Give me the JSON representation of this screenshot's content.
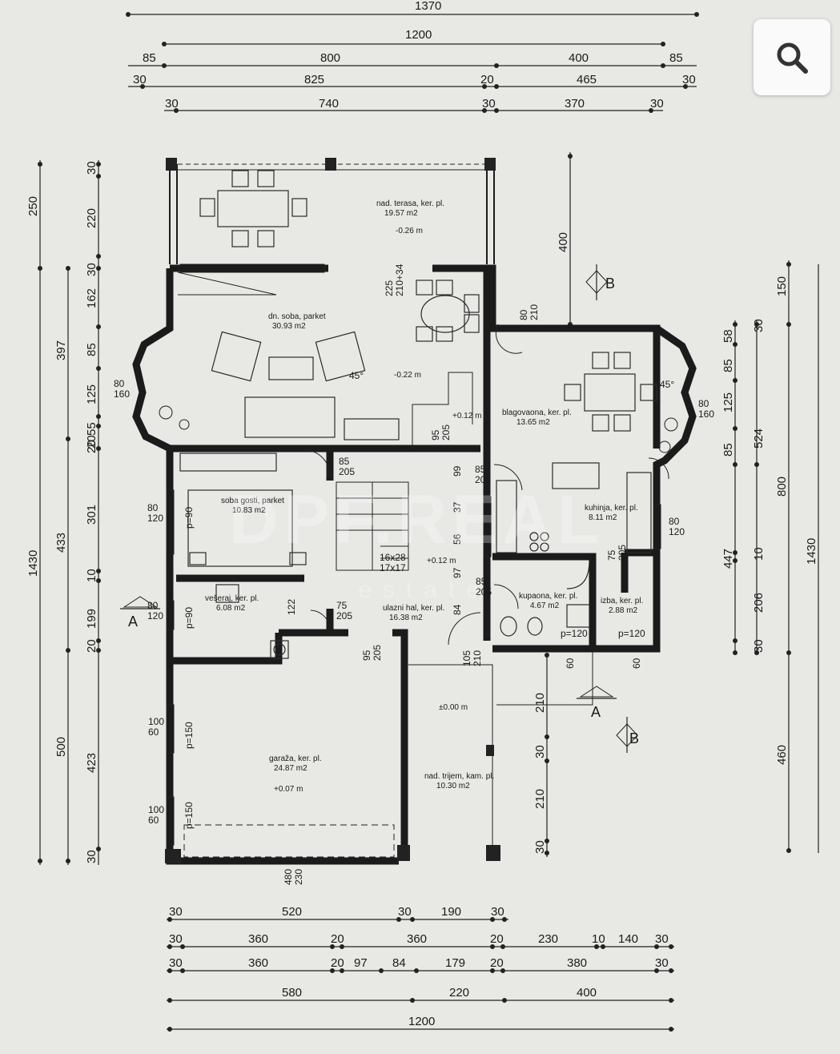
{
  "top_dims": {
    "r1": [
      "1370"
    ],
    "r2": [
      "1200"
    ],
    "r3": [
      "85",
      "800",
      "400",
      "85"
    ],
    "r4": [
      "30",
      "825",
      "20",
      "465",
      "30"
    ],
    "r5": [
      "30",
      "740",
      "30",
      "370",
      "30"
    ]
  },
  "bottom_dims": {
    "r1": [
      "30",
      "520",
      "30",
      "190",
      "30"
    ],
    "r2": [
      "30",
      "360",
      "20",
      "360",
      "20",
      "230",
      "10",
      "140",
      "30"
    ],
    "r3": [
      "30",
      "360",
      "20",
      "97",
      "84",
      "179",
      "20",
      "380",
      "30"
    ],
    "r4": [
      "580",
      "220",
      "400"
    ],
    "r5": [
      "1200"
    ]
  },
  "left_dims": {
    "outer": [
      "250",
      "1430"
    ],
    "mid": [
      "397",
      "433",
      "500"
    ],
    "inner": [
      "30",
      "220",
      "30",
      "162",
      "85",
      "125",
      "20",
      "55",
      "20",
      "301",
      "10",
      "199",
      "20",
      "423",
      "30"
    ]
  },
  "right_dims": {
    "outer": [
      "1430"
    ],
    "mid": [
      "150",
      "800",
      "460"
    ],
    "inner": [
      "30",
      "58",
      "85",
      "125",
      "524",
      "85",
      "447",
      "10",
      "206",
      "30"
    ],
    "extra": [
      "400",
      "210",
      "30",
      "210",
      "30"
    ]
  },
  "rooms": [
    {
      "id": "terasa",
      "name": "nad. terasa, ker. pl.",
      "area": "19.57 m2",
      "level": "-0.26 m"
    },
    {
      "id": "dn_soba",
      "name": "dn. soba, parket",
      "area": "30.93 m2",
      "level": "-0.22 m"
    },
    {
      "id": "blagovaona",
      "name": "blagovaona, ker. pl.",
      "area": "13.65 m2",
      "level": "+0.12 m"
    },
    {
      "id": "soba_gosti",
      "name": "soba gosti, parket",
      "area": "10.83 m2"
    },
    {
      "id": "kuhinja",
      "name": "kuhinja, ker. pl.",
      "area": "8.11 m2"
    },
    {
      "id": "ulazni_hal",
      "name": "ulazni hal, ker. pl.",
      "area": "16.38 m2",
      "level": "+0.12 m"
    },
    {
      "id": "vesiraj",
      "name": "vešeraj, ker. pl.",
      "area": "6.08 m2"
    },
    {
      "id": "kupaona",
      "name": "kupaona, ker. pl.",
      "area": "4.67 m2"
    },
    {
      "id": "izba",
      "name": "izba, ker. pl.",
      "area": "2.88 m2"
    },
    {
      "id": "garaza",
      "name": "garaža, ker. pl.",
      "area": "24.87 m2",
      "level": "+0.07 m"
    },
    {
      "id": "trijem",
      "name": "nad. trijem, kam. pl.",
      "area": "10.30 m2",
      "level": "±0.00 m"
    }
  ],
  "openings": {
    "o1": "80\n160",
    "o2": "80\n120",
    "o3": "85\n205",
    "o4": "95\n205",
    "o5": "85\n205",
    "o6": "75\n205",
    "o7": "85\n205",
    "o8": "80\n120",
    "o9": "100\n60",
    "o10": "105\n210",
    "o11": "60",
    "o12": "p=120",
    "o13": "p=150",
    "o14": "480\n230",
    "o15": "16x28\n17x17",
    "o16": "225\n210+34",
    "o17": "80\n210",
    "o18": "80\n160",
    "o19": "75\n205",
    "o20": "p=90",
    "o21": "45°"
  },
  "section_marks": [
    "A",
    "A",
    "B",
    "B"
  ],
  "stairs_extra": [
    "99",
    "37",
    "56",
    "97",
    "84",
    "122"
  ],
  "watermark": "DPF.REAL",
  "watermark_sub": "estate",
  "zoom_icon": "search-icon"
}
